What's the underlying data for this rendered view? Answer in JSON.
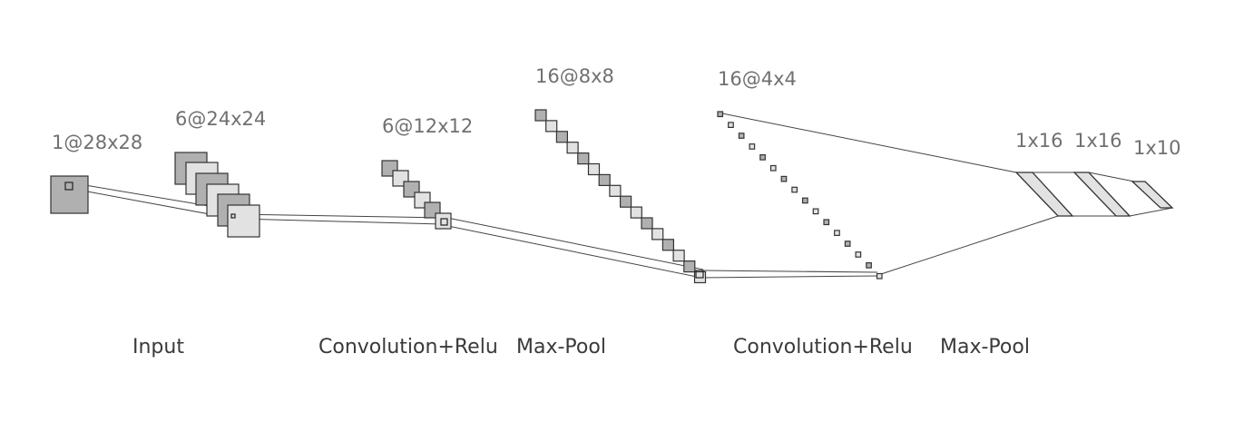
{
  "colors": {
    "dark_fill": "#b0b0b0",
    "light_fill": "#e2e2e2",
    "stroke": "#333333",
    "line": "#444444",
    "dim_label": "#707070",
    "stage_label": "#3a3a3a"
  },
  "layers": [
    {
      "id": "input",
      "dims": "1@28x28"
    },
    {
      "id": "conv1",
      "dims": "6@24x24"
    },
    {
      "id": "pool1",
      "dims": "6@12x12"
    },
    {
      "id": "conv2",
      "dims": "16@8x8"
    },
    {
      "id": "pool2",
      "dims": "16@4x4"
    },
    {
      "id": "fc1",
      "dims": "1x16"
    },
    {
      "id": "fc2",
      "dims": "1x16"
    },
    {
      "id": "fc3",
      "dims": "1x10"
    }
  ],
  "stages": [
    {
      "label": "Input"
    },
    {
      "label": "Convolution+Relu"
    },
    {
      "label": "Max-Pool"
    },
    {
      "label": "Convolution+Relu"
    },
    {
      "label": "Max-Pool"
    }
  ]
}
